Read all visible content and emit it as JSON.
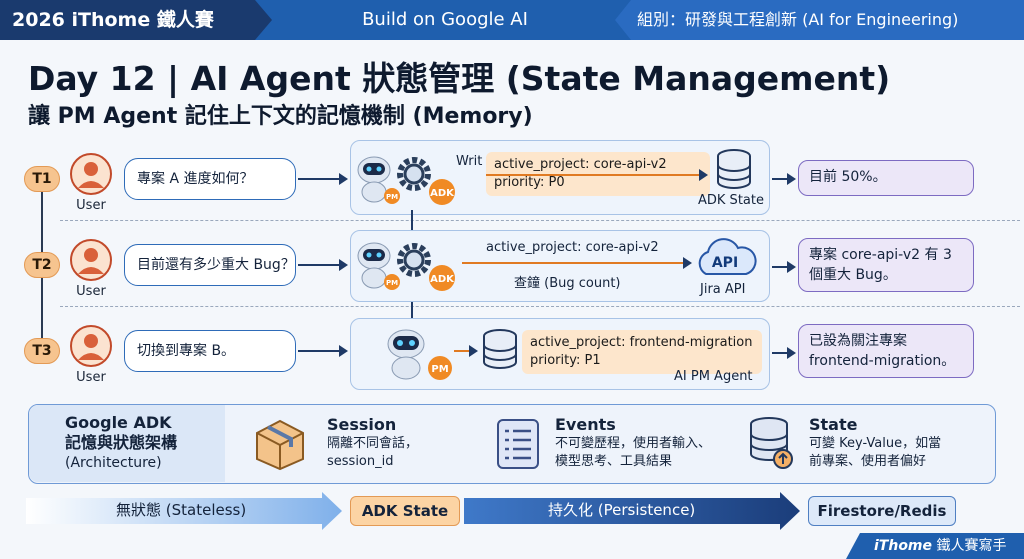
{
  "header": {
    "left": "2026 iThome 鐵人賽",
    "middle": "Build on Google AI",
    "right": "組別：研發與工程創新 (AI for Engineering)"
  },
  "title": "Day 12 | AI Agent 狀態管理 (State Management)",
  "subtitle": "讓 PM Agent 記住上下文的記憶機制 (Memory)",
  "rows": [
    {
      "badge": "T1",
      "user": "User",
      "question": "專案 A 進度如何？",
      "write_label": "Writ",
      "memory": [
        "active_project: core-api-v2",
        "priority: P0"
      ],
      "adk_label": "ADK",
      "target_label": "ADK State",
      "response": "目前 50%。"
    },
    {
      "badge": "T2",
      "user": "User",
      "question": "目前還有多少重大 Bug？",
      "memory_top": "active_project: core-api-v2",
      "query_label": "查鐘 (Bug count)",
      "adk_label": "ADK",
      "api_label": "API",
      "target_label": "Jira API",
      "response": "專案 core-api-v2 有 3 個重大 Bug。"
    },
    {
      "badge": "T3",
      "user": "User",
      "question": "切換到專案 B。",
      "memory": [
        "active_project: frontend-migration",
        "priority: P1"
      ],
      "pm_label": "PM",
      "target_label": "AI PM Agent",
      "response": "已設為關注專案 frontend-migration。"
    }
  ],
  "pm_badge": "PM",
  "architecture": {
    "title": "Google ADK",
    "title2": "記憶與狀態架構",
    "title3": "(Architecture)",
    "items": [
      {
        "icon": "box-icon",
        "heading": "Session",
        "lines": [
          "隔離不同會話，",
          "session_id"
        ]
      },
      {
        "icon": "list-icon",
        "heading": "Events",
        "lines": [
          "不可變歷程，使用者輸入、",
          "模型思考、工具結果"
        ]
      },
      {
        "icon": "database-icon",
        "heading": "State",
        "lines": [
          "可變 Key-Value，如當",
          "前專案、使用者偏好"
        ]
      }
    ]
  },
  "flow": {
    "stateless": "無狀態 (Stateless)",
    "adk_state": "ADK State",
    "persistence": "持久化 (Persistence)",
    "store": "Firestore/Redis"
  },
  "footer": {
    "brand": "iThome",
    "text": "鐵人賽寫手"
  },
  "colors": {
    "header": "#1f5fae",
    "header_dark": "#1a3a6e",
    "badge": "#f6c48f",
    "memory_note": "#fde6cc",
    "response": "#ece7f8",
    "panel": "#eef4fc",
    "adk_badge": "#f08a24"
  }
}
